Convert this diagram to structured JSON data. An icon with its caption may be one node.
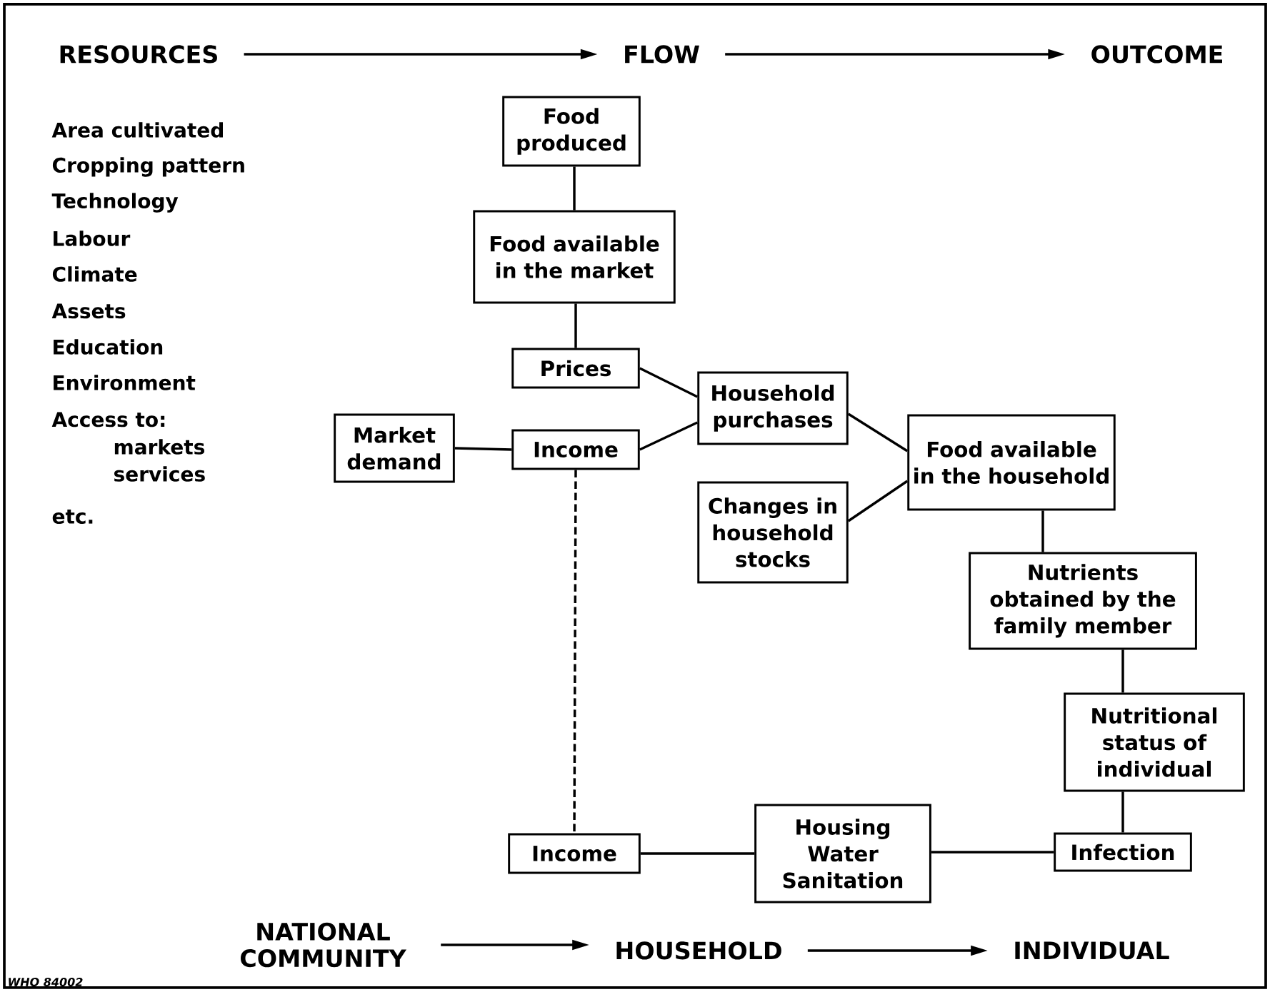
{
  "diagram": {
    "nodes": [
      {
        "text": [
          "RESOURCES"
        ]
      },
      {
        "text": [
          "FLOW"
        ]
      },
      {
        "text": [
          "OUTCOME"
        ]
      },
      {
        "text": [
          "Food produced"
        ]
      },
      {
        "text": [
          "Food available in the market"
        ]
      },
      {
        "text": [
          "Prices"
        ]
      },
      {
        "text": [
          "Market demand"
        ]
      },
      {
        "text": [
          "Income"
        ]
      },
      {
        "text": [
          "Household purchases"
        ]
      },
      {
        "text": [
          "Changes in household stocks"
        ]
      },
      {
        "text": [
          "Food available in the household"
        ]
      },
      {
        "text": [
          "Nutrients obtained by the family member"
        ]
      },
      {
        "text": [
          "Nutritional status of individual"
        ]
      },
      {
        "text": [
          "Income"
        ]
      },
      {
        "text": [
          "Housing Water Sanitation"
        ]
      },
      {
        "text": [
          "Infection"
        ]
      },
      {
        "text": [
          "NATIONAL COMMUNITY"
        ]
      },
      {
        "text": [
          "HOUSEHOLD"
        ]
      },
      {
        "text": [
          "INDIVIDUAL"
        ]
      }
    ],
    "edges": [
      {
        "from": 0,
        "to": 1,
        "arrow": "to"
      },
      {
        "from": 1,
        "to": 2,
        "arrow": "to"
      },
      {
        "from": 3,
        "to": 4,
        "arrow": "none"
      },
      {
        "from": 4,
        "to": 5,
        "arrow": "none"
      },
      {
        "from": 5,
        "to": 8,
        "arrow": "none"
      },
      {
        "from": 7,
        "to": 8,
        "arrow": "none"
      },
      {
        "from": 6,
        "to": 7,
        "arrow": "none"
      },
      {
        "from": 7,
        "to": 13,
        "arrow": "none",
        "style": "dashed"
      },
      {
        "from": 8,
        "to": 10,
        "arrow": "none"
      },
      {
        "from": 9,
        "to": 10,
        "arrow": "none"
      },
      {
        "from": 10,
        "to": 11,
        "arrow": "none"
      },
      {
        "from": 11,
        "to": 12,
        "arrow": "none"
      },
      {
        "from": 12,
        "to": 15,
        "arrow": "none"
      },
      {
        "from": 13,
        "to": 14,
        "arrow": "none"
      },
      {
        "from": 14,
        "to": 15,
        "arrow": "none"
      },
      {
        "from": 16,
        "to": 17,
        "arrow": "to"
      },
      {
        "from": 17,
        "to": 18,
        "arrow": "to"
      }
    ],
    "labels": [
      "Area cultivated",
      "Cropping pattern",
      "Technology",
      "Labour",
      "Climate",
      "Assets",
      "Education",
      "Environment",
      "Access to:",
      "markets",
      "services",
      "etc.",
      "WHO 84002"
    ]
  }
}
